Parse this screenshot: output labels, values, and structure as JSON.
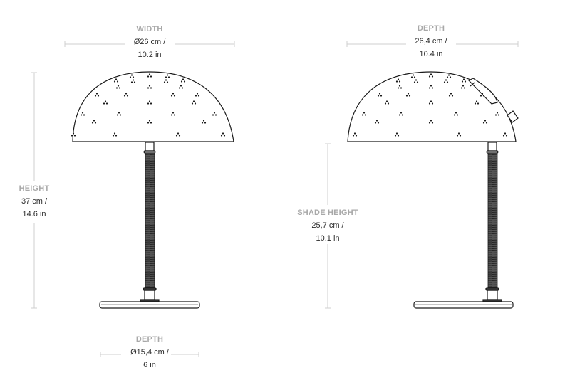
{
  "dimensions": {
    "width": {
      "title": "WIDTH",
      "value_cm": "Ø26 cm /",
      "value_in": "10.2 in"
    },
    "depth_top": {
      "title": "DEPTH",
      "value_cm": "26,4 cm /",
      "value_in": "10.4 in"
    },
    "height": {
      "title": "HEIGHT",
      "value_cm": "37 cm /",
      "value_in": "14.6  in"
    },
    "shade_height": {
      "title": "SHADE HEIGHT",
      "value_cm": "25,7 cm /",
      "value_in": "10.1 in"
    },
    "base_depth": {
      "title": "DEPTH",
      "value_cm": "Ø15,4 cm /",
      "value_in": "6 in"
    }
  },
  "views": {
    "front": {
      "label": "front-view"
    },
    "side": {
      "label": "side-view"
    }
  },
  "colors": {
    "dimension_line": "#cfcfcf",
    "title_text": "#a8a8a8",
    "value_text": "#2b2b2b",
    "drawing": "#1a1a1a"
  }
}
